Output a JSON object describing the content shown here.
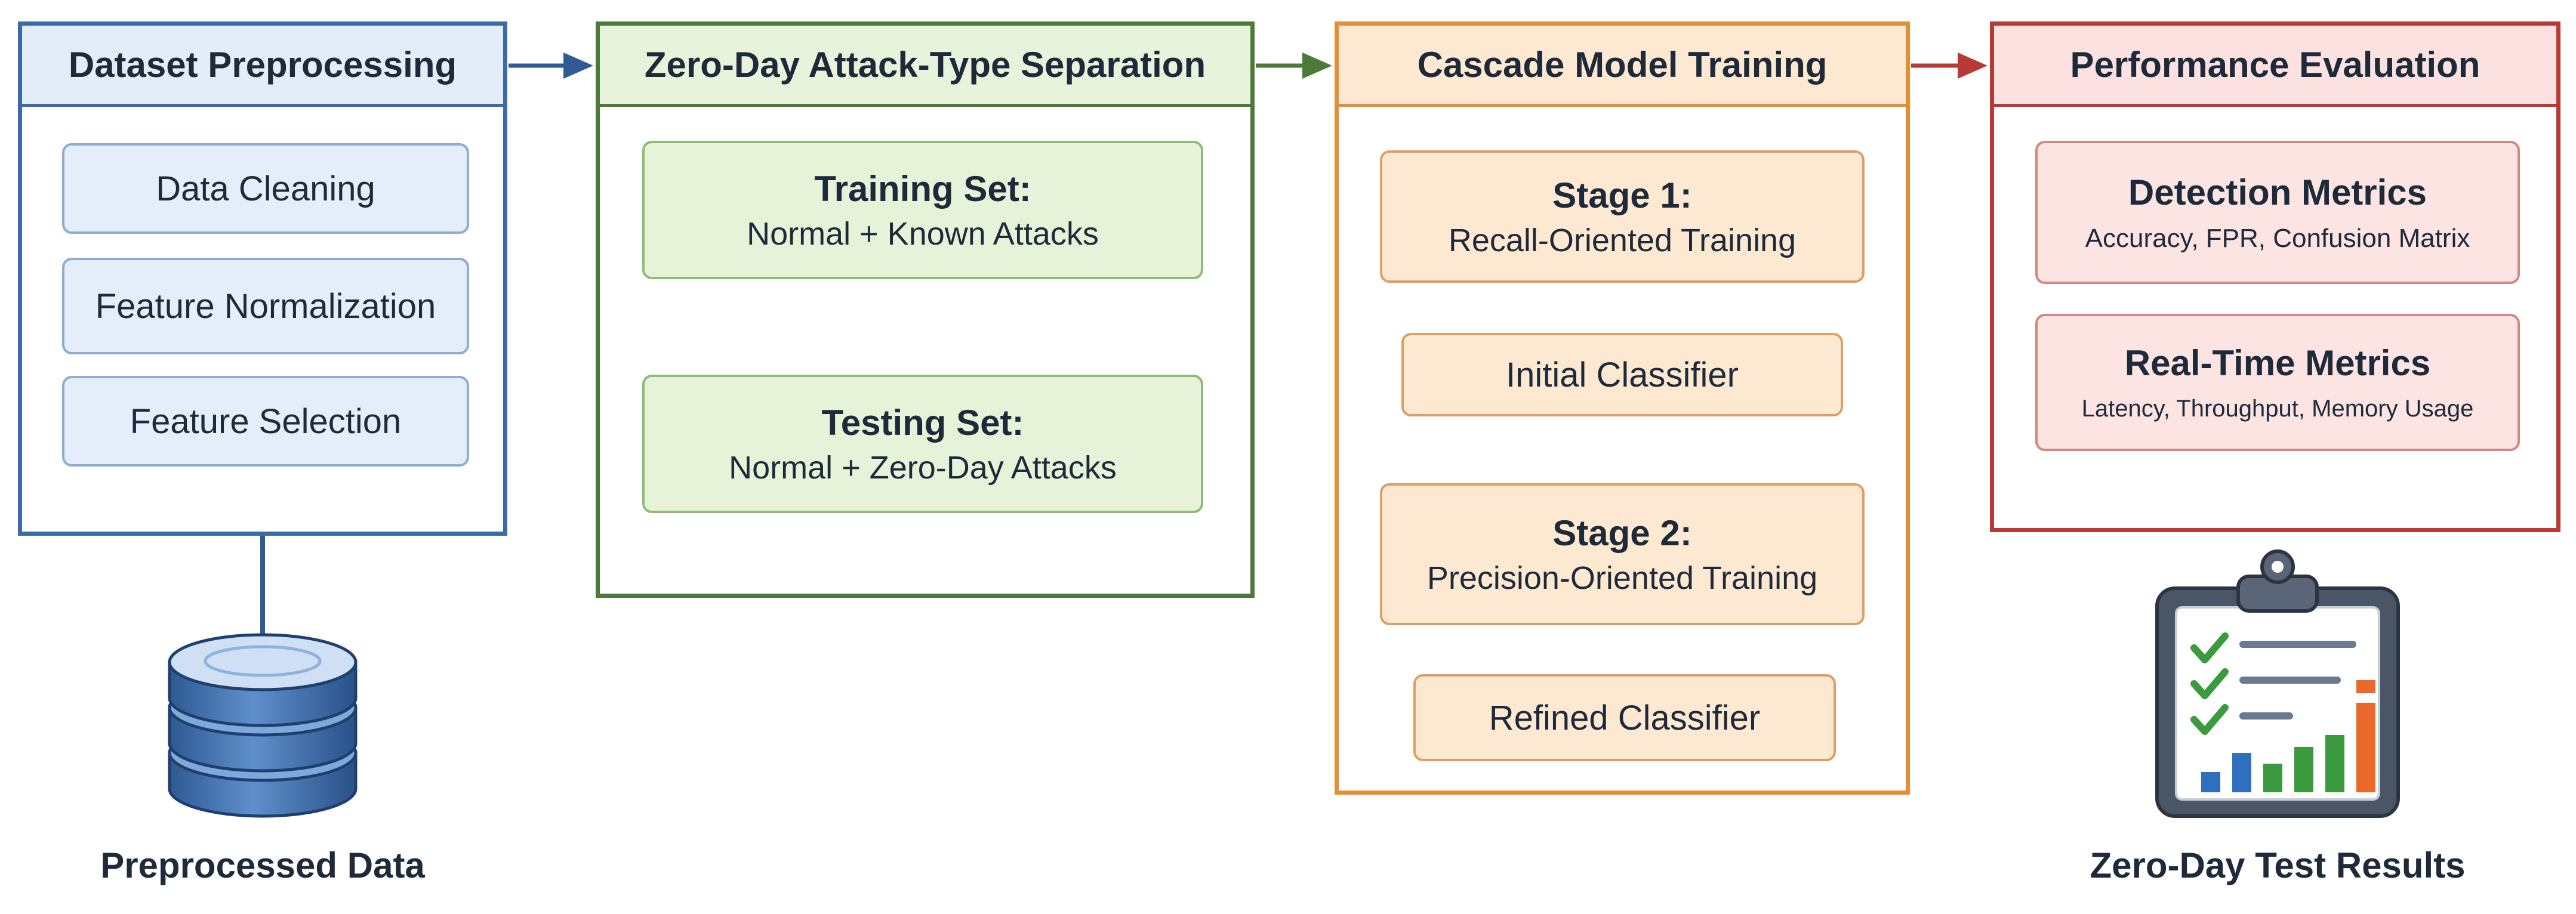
{
  "preprocessing": {
    "title": "Dataset Preprocessing",
    "steps": [
      "Data Cleaning",
      "Feature Normalization",
      "Feature Selection"
    ],
    "caption": "Preprocessed Data"
  },
  "separation": {
    "title": "Zero-Day Attack-Type Separation",
    "training_title": "Training Set:",
    "training_desc": "Normal + Known Attacks",
    "testing_title": "Testing Set:",
    "testing_desc": "Normal + Zero-Day Attacks"
  },
  "cascade": {
    "title": "Cascade Model Training",
    "stage1_title": "Stage 1:",
    "stage1_desc": "Recall-Oriented Training",
    "initial": "Initial Classifier",
    "stage2_title": "Stage 2:",
    "stage2_desc": "Precision-Oriented Training",
    "refined": "Refined Classifier"
  },
  "evaluation": {
    "title": "Performance Evaluation",
    "detection_title": "Detection Metrics",
    "detection_desc": "Accuracy, FPR, Confusion Matrix",
    "realtime_title": "Real-Time Metrics",
    "realtime_desc": "Latency, Throughput, Memory Usage",
    "caption": "Zero-Day Test Results"
  },
  "colors": {
    "blue": "#3b6aa8",
    "green": "#4d7a3a",
    "orange": "#e09036",
    "red": "#b83a36",
    "arrow_dark": "#3d4a5c"
  },
  "icons": [
    "database-icon",
    "clipboard-report-icon"
  ]
}
